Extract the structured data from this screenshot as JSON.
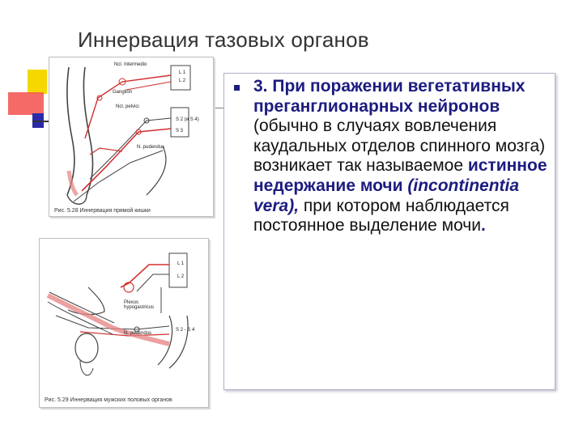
{
  "slide": {
    "title": "Иннервация тазовых органов"
  },
  "figure_top": {
    "caption": "Рис. 5.28 Иннервация прямой кишки",
    "labels": {
      "top1": "Ncl. Intermedio",
      "top2": "Ganglion",
      "top3": "Ncl. pelvici",
      "l1": "L 1",
      "l2": "L 2",
      "s2": "S 2 (и S 4)",
      "s3": "S 3",
      "n_pudendus": "N. pudendus"
    }
  },
  "figure_bottom": {
    "caption": "Рис. 5.29 Иннервация мужских половых органов",
    "labels": {
      "l1": "L 1",
      "l2": "L 2",
      "plexus": "Plexus hypogastricus",
      "s2s4": "S 2 - S 4",
      "n_pudendus": "N. pudendus"
    }
  },
  "content": {
    "bullet_heading": "3. При поражении вегетативных преганглионарных нейронов",
    "text_1": " (обычно в случаях вовлечения каудальных отделов спинного мозга) возникает так называемое ",
    "term_ru": "истинное недержание мочи",
    "term_latin": "(incontinentia vera),",
    "text_2": " при котором наблюдается постоянное выделение мочи",
    "final_period": "."
  },
  "colors": {
    "title": "#333333",
    "accent_blue": "#1c1c80",
    "deco_yellow": "#f5d800",
    "deco_red": "#f45a55",
    "nerve_red": "#d03030"
  }
}
